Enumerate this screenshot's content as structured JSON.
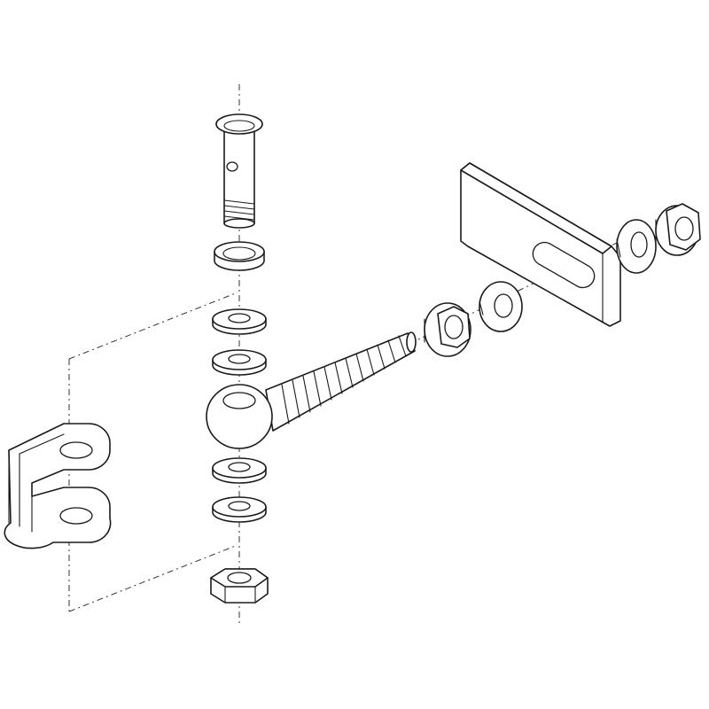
{
  "diagram": {
    "kind": "exploded-assembly",
    "line_color": "#1a1a1a",
    "background": "#ffffff",
    "parts": [
      "hinge-pin",
      "cup-washer",
      "flat-washer",
      "flat-washer",
      "eye-bolt",
      "flat-washer",
      "flat-washer",
      "hex-nut",
      "u-bracket",
      "flange-nut",
      "flat-washer",
      "slotted-plate",
      "flat-washer",
      "flange-nut"
    ]
  }
}
